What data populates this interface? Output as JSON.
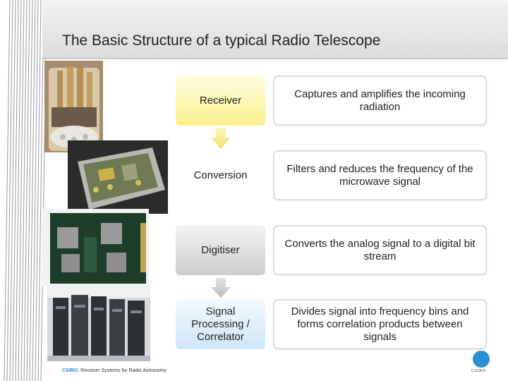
{
  "slide": {
    "title": "The Basic Structure of a typical Radio Telescope"
  },
  "stages": [
    {
      "label": "Receiver",
      "description": "Captures and amplifies the incoming radiation",
      "color": "#fcf6a8"
    },
    {
      "label": "Conversion",
      "description": "Filters and reduces the frequency of the microwave signal",
      "color": "#ffffff"
    },
    {
      "label": "Digitiser",
      "description": "Converts the analog signal to a digital bit stream",
      "color": "#dadada"
    },
    {
      "label": "Signal Processing / Correlator",
      "description": "Divides signal into frequency bins and forms correlation products between signals",
      "color": "#dbeefb"
    }
  ],
  "footer": {
    "brand": "CSIRO.",
    "text": "Receiver Systems for Radio Astronomy"
  },
  "logo": {
    "text": "CSIRO"
  },
  "colors": {
    "arrow_top": "#f4ee7a",
    "arrow_bottom": "#cfcfcf",
    "accent": "#2a8fd3"
  },
  "photos": [
    "receiver-photo",
    "conversion-module-photo",
    "digitiser-board-photo",
    "correlator-racks-photo"
  ]
}
